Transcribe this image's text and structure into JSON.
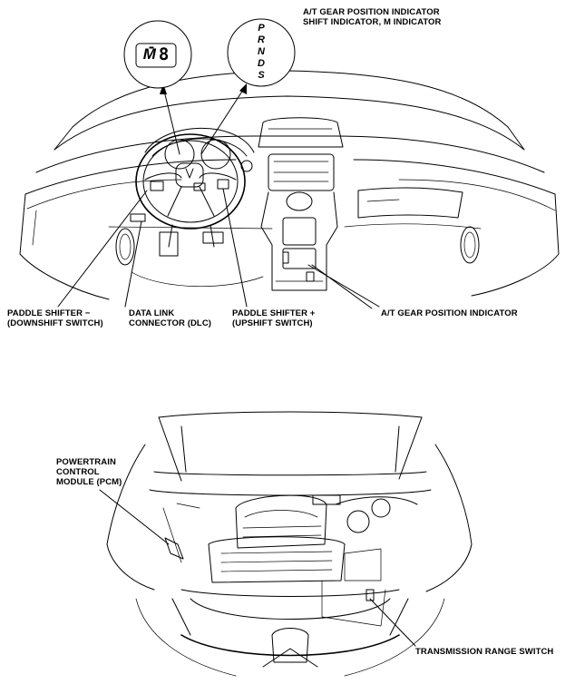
{
  "top_diagram": {
    "callout_title": [
      "A/T GEAR POSITION INDICATOR",
      "SHIFT INDICATOR, M INDICATOR"
    ],
    "m_indicator": {
      "letter": "M",
      "digit": "8"
    },
    "gear_letters": [
      "P",
      "R",
      "N",
      "D",
      "S"
    ],
    "labels": {
      "paddle_down": [
        "PADDLE SHIFTER −",
        "(DOWNSHIFT SWITCH)"
      ],
      "dlc": [
        "DATA LINK",
        "CONNECTOR (DLC)"
      ],
      "paddle_up": [
        "PADDLE SHIFTER +",
        "(UPSHIFT SWITCH)"
      ],
      "gear_indicator": "A/T GEAR POSITION INDICATOR"
    }
  },
  "bottom_diagram": {
    "labels": {
      "pcm": [
        "POWERTRAIN",
        "CONTROL",
        "MODULE (PCM)"
      ],
      "trs": "TRANSMISSION RANGE SWITCH"
    }
  }
}
